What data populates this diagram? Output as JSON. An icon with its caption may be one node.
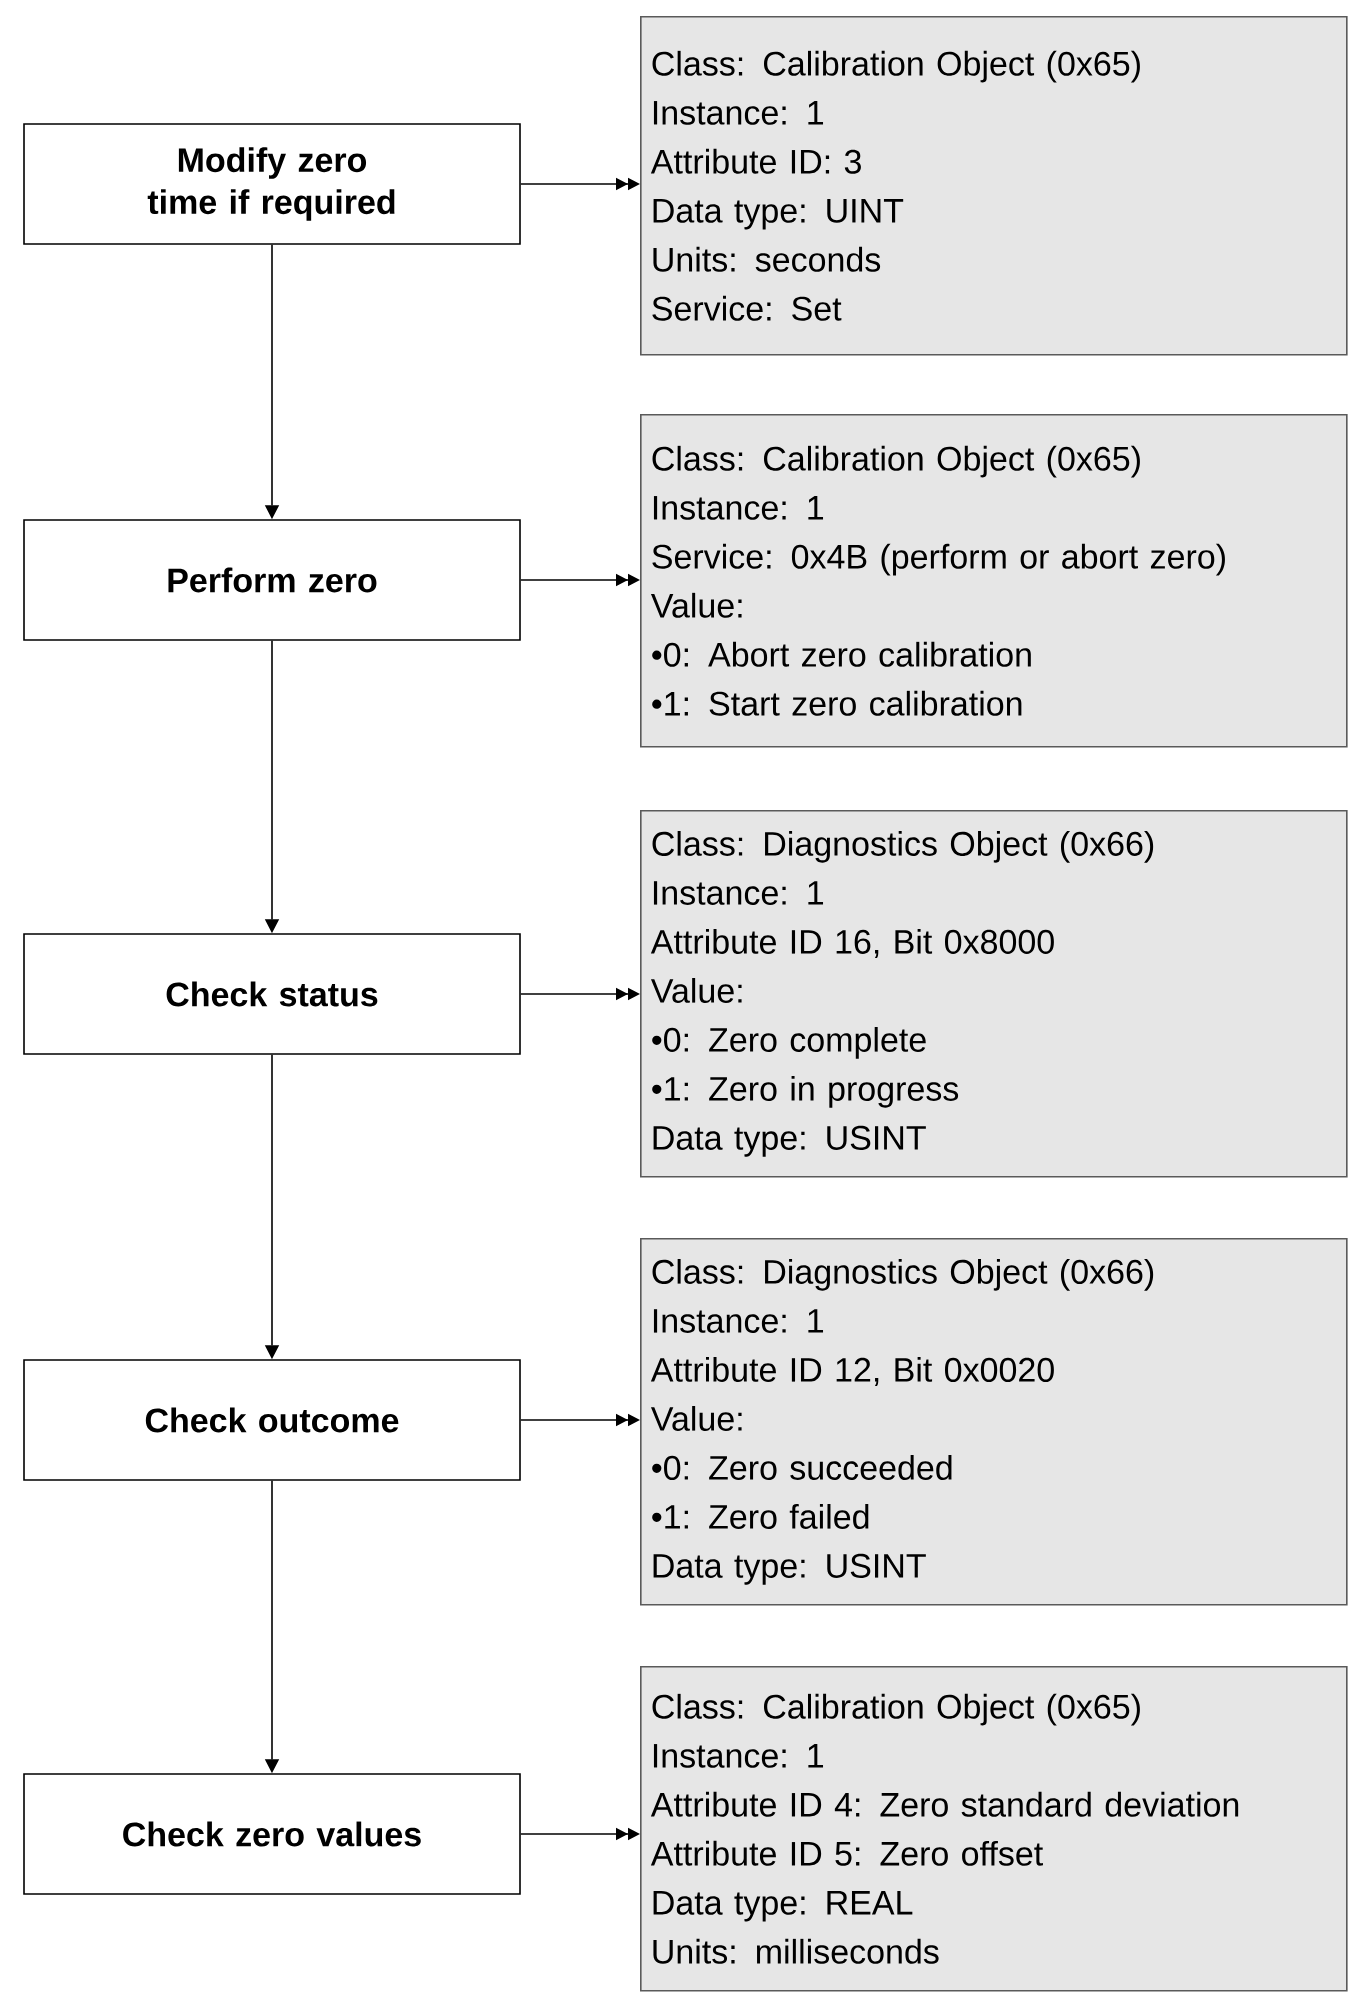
{
  "diagram": {
    "nodes": [
      {
        "text": [
          "Modify zero time if required"
        ]
      },
      {
        "text": [
          "Perform zero"
        ]
      },
      {
        "text": [
          "Check status"
        ]
      },
      {
        "text": [
          "Check outcome"
        ]
      },
      {
        "text": [
          "Check zero values"
        ]
      },
      {
        "text": [
          "Class: Calibration Object (0x65)",
          "Instance: 1",
          "Attribute ID: 3",
          "Data type: UINT",
          "Units: seconds",
          "Service: Set"
        ]
      },
      {
        "text": [
          "Class: Calibration Object (0x65)",
          "Instance: 1",
          "Service: 0x4B (perform or abort zero)",
          "Value:",
          "•0: Abort zero calibration",
          "•1: Start zero calibration"
        ]
      },
      {
        "text": [
          "Class: Diagnostics Object (0x66)",
          "Instance: 1",
          "Attribute ID 16, Bit 0x8000",
          "Value:",
          "•0: Zero complete",
          "•1: Zero in progress",
          "Data type: USINT"
        ]
      },
      {
        "text": [
          "Class: Diagnostics Object (0x66)",
          "Instance: 1",
          "Attribute ID 12, Bit 0x0020",
          "Value:",
          "•0: Zero succeeded",
          "•1: Zero failed",
          "Data type: USINT"
        ]
      },
      {
        "text": [
          "Class: Calibration Object (0x65)",
          "Instance: 1",
          "Attribute ID 4: Zero standard deviation",
          "Attribute ID 5: Zero offset",
          "Data type: REAL",
          "Units: milliseconds"
        ]
      }
    ],
    "edges": [
      {
        "from": 0,
        "to": 1,
        "arrow": "to"
      },
      {
        "from": 1,
        "to": 2,
        "arrow": "to"
      },
      {
        "from": 2,
        "to": 3,
        "arrow": "to"
      },
      {
        "from": 3,
        "to": 4,
        "arrow": "to"
      },
      {
        "from": 0,
        "to": 5,
        "arrow": "to"
      },
      {
        "from": 1,
        "to": 6,
        "arrow": "to"
      },
      {
        "from": 2,
        "to": 7,
        "arrow": "to"
      },
      {
        "from": 3,
        "to": 8,
        "arrow": "to"
      },
      {
        "from": 4,
        "to": 9,
        "arrow": "to"
      }
    ]
  }
}
